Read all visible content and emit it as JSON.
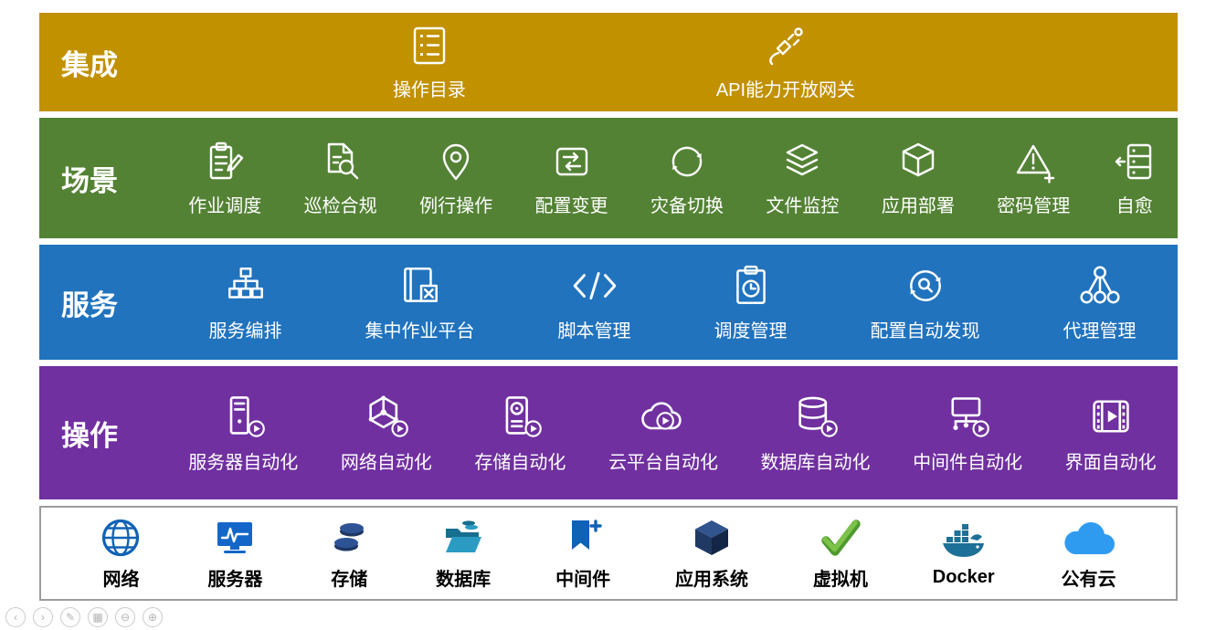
{
  "colors": {
    "integration_band": "#C19100",
    "scenario_band": "#548235",
    "service_band": "#2173BE",
    "operation_band": "#7030A0",
    "resources_border": "#9C9C9C",
    "resource_blue": "#1062B5",
    "resource_navy": "#1F3864",
    "resource_teal": "#1C7EA6",
    "resource_green": "#4E9A2E",
    "resource_cloud_blue": "#2E9BF0"
  },
  "bands": {
    "integration": {
      "label": "集成",
      "items": [
        {
          "label": "操作目录",
          "icon": "catalog-icon"
        },
        {
          "label": "API能力开放网关",
          "icon": "api-gateway-icon"
        }
      ]
    },
    "scenario": {
      "label": "场景",
      "items": [
        {
          "label": "作业调度",
          "icon": "job-scheduling-icon"
        },
        {
          "label": "巡检合规",
          "icon": "inspection-icon"
        },
        {
          "label": "例行操作",
          "icon": "routine-ops-icon"
        },
        {
          "label": "配置变更",
          "icon": "config-change-icon"
        },
        {
          "label": "灾备切换",
          "icon": "dr-switch-icon"
        },
        {
          "label": "文件监控",
          "icon": "file-monitor-icon"
        },
        {
          "label": "应用部署",
          "icon": "app-deploy-icon"
        },
        {
          "label": "密码管理",
          "icon": "password-mgmt-icon"
        },
        {
          "label": "自愈",
          "icon": "self-heal-icon"
        }
      ]
    },
    "service": {
      "label": "服务",
      "items": [
        {
          "label": "服务编排",
          "icon": "orchestration-icon"
        },
        {
          "label": "集中作业平台",
          "icon": "job-platform-icon"
        },
        {
          "label": "脚本管理",
          "icon": "script-mgmt-icon"
        },
        {
          "label": "调度管理",
          "icon": "schedule-mgmt-icon"
        },
        {
          "label": "配置自动发现",
          "icon": "auto-discovery-icon"
        },
        {
          "label": "代理管理",
          "icon": "agent-mgmt-icon"
        }
      ]
    },
    "operation": {
      "label": "操作",
      "items": [
        {
          "label": "服务器自动化",
          "icon": "server-automation-icon"
        },
        {
          "label": "网络自动化",
          "icon": "network-automation-icon"
        },
        {
          "label": "存储自动化",
          "icon": "storage-automation-icon"
        },
        {
          "label": "云平台自动化",
          "icon": "cloud-automation-icon"
        },
        {
          "label": "数据库自动化",
          "icon": "database-automation-icon"
        },
        {
          "label": "中间件自动化",
          "icon": "middleware-automation-icon"
        },
        {
          "label": "界面自动化",
          "icon": "ui-automation-icon"
        }
      ]
    },
    "resources": {
      "items": [
        {
          "label": "网络",
          "icon": "globe-icon"
        },
        {
          "label": "服务器",
          "icon": "server-monitor-icon"
        },
        {
          "label": "存储",
          "icon": "storage-disks-icon"
        },
        {
          "label": "数据库",
          "icon": "database-folder-icon"
        },
        {
          "label": "中间件",
          "icon": "middleware-flag-icon"
        },
        {
          "label": "应用系统",
          "icon": "app-cube-icon"
        },
        {
          "label": "虚拟机",
          "icon": "vm-check-icon"
        },
        {
          "label": "Docker",
          "icon": "docker-icon"
        },
        {
          "label": "公有云",
          "icon": "public-cloud-icon"
        }
      ]
    }
  },
  "viewer_toolbar": {
    "buttons": [
      {
        "icon": "prev-slide-icon",
        "glyph": "‹"
      },
      {
        "icon": "next-slide-icon",
        "glyph": "›"
      },
      {
        "icon": "pen-icon",
        "glyph": "✎"
      },
      {
        "icon": "slide-grid-icon",
        "glyph": "▦"
      },
      {
        "icon": "zoom-out-icon",
        "glyph": "⊖"
      },
      {
        "icon": "zoom-in-icon",
        "glyph": "⊕"
      }
    ]
  }
}
